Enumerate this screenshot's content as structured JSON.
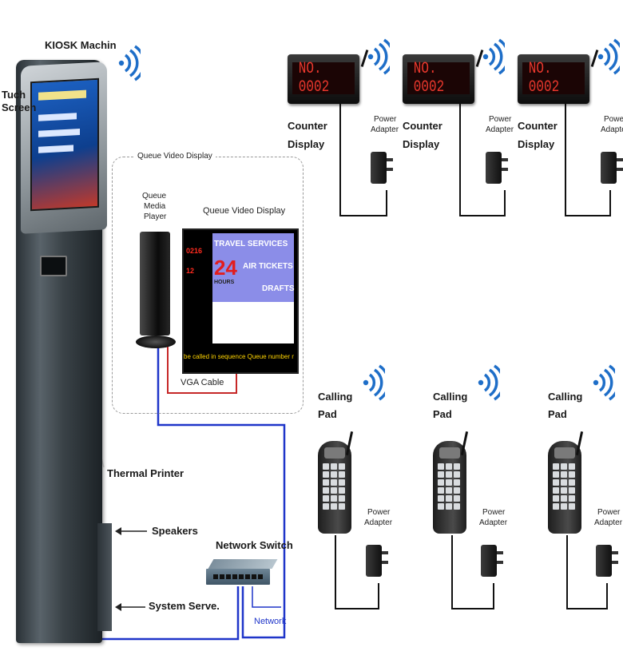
{
  "labels": {
    "kiosk": "KIOSK Machin",
    "touch_screen_line1": "Tuch",
    "touch_screen_line2": "Screen",
    "queue_video_display_box": "Queue Video Display",
    "queue_video_display": "Queue Video Display",
    "queue_media_player_line1": "Queue",
    "queue_media_player_line2": "Media",
    "queue_media_player_line3": "Player",
    "vga_cable": "VGA Cable",
    "thermal_printer": "Thermal Printer",
    "speakers": "Speakers",
    "network_switch": "Network Switch",
    "system_server": "System Serve.",
    "network": "Network",
    "counter_display_line1": "Counter",
    "counter_display_line2": "Display",
    "power_adapter_line1": "Power",
    "power_adapter_line2": "Adapter",
    "calling_pad_line1": "Calling",
    "calling_pad_line2": "Pad"
  },
  "counter_number": "NO. 0002",
  "queue_screen": {
    "banner_lines": [
      "TRAVEL SERVICES",
      "AIR TICKETS",
      "DRAFTS"
    ],
    "big_number": "24",
    "big_caption": "HOURS",
    "side_numbers": [
      "0216",
      "12"
    ],
    "ticker": "be called in sequence     Queue number m"
  },
  "colors": {
    "network_cable": "#1f35c9",
    "vga_cable": "#c62828",
    "wire": "#111111",
    "wifi": "#1e6ec8",
    "led_red": "#e8372c"
  },
  "icons": [
    "wifi-icon",
    "power-adapter-icon",
    "calling-pad-icon",
    "counter-display-icon",
    "network-switch-icon"
  ]
}
